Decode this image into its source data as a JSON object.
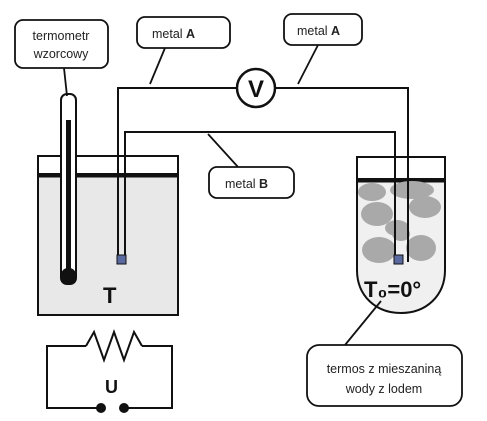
{
  "labels": {
    "reference_thermometer_line1": "termometr",
    "reference_thermometer_line2": "wzorcowy",
    "metal_a_left_prefix": "metal ",
    "metal_a_left_letter": "A",
    "metal_a_right_prefix": "metal ",
    "metal_a_right_letter": "A",
    "metal_b_prefix": "metal ",
    "metal_b_letter": "B",
    "voltmeter_symbol": "V",
    "hot_temperature": "T",
    "cold_temperature": "T₀=0°",
    "voltage_source": "U",
    "thermos_line1": "termos z mieszaniną",
    "thermos_line2": "wody z lodem"
  },
  "colors": {
    "line": "#111111",
    "bath_fill": "#e8e8e8",
    "ice_fill": "#a9a9a9",
    "junction_fill": "#5a6aa0"
  },
  "icons": {
    "heater_resistor": "zigzag-resistor-icon",
    "voltmeter": "voltmeter-circle-icon",
    "ice_cubes": "ice-chunk-icon"
  }
}
